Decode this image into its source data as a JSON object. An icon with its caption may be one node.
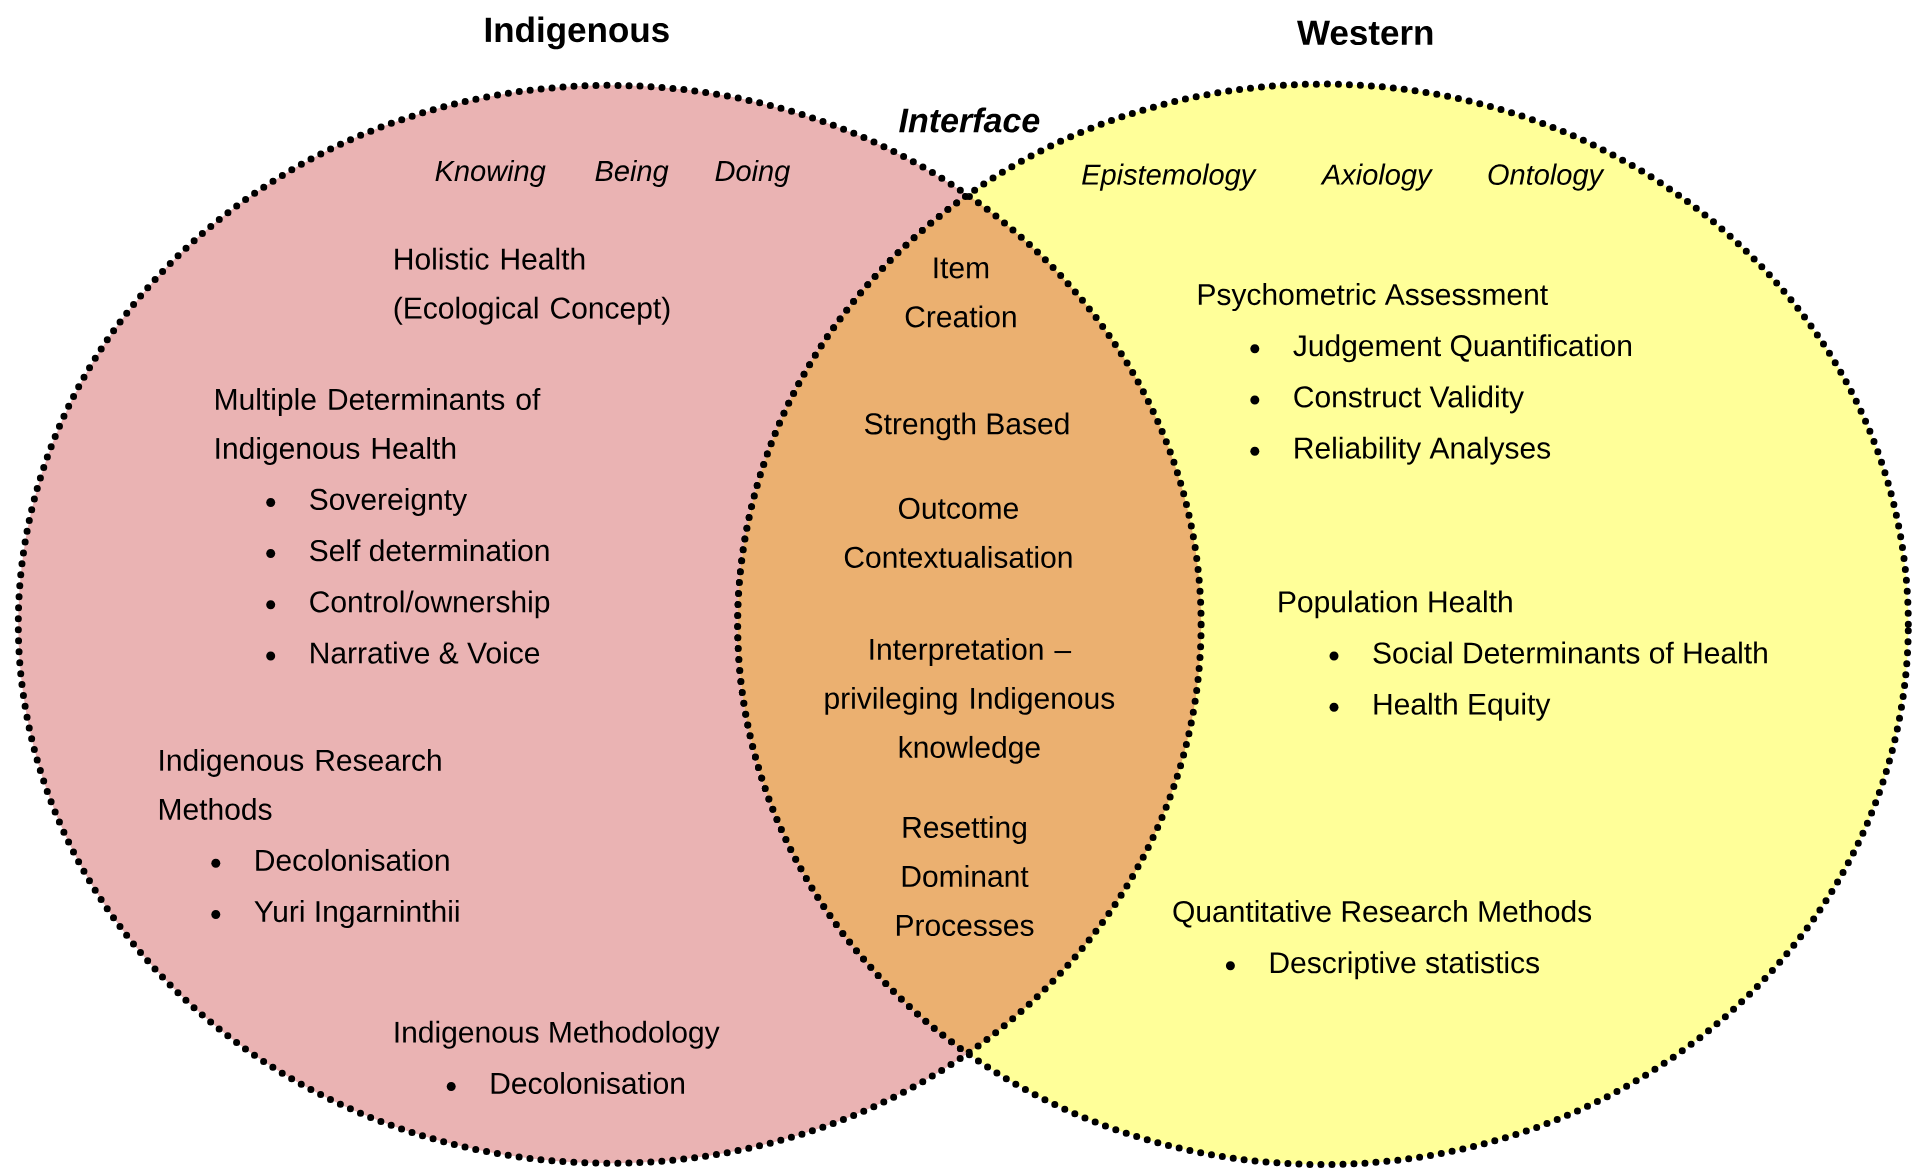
{
  "diagram": {
    "nodes": [
      {
        "text": [
          "Indigenous"
        ]
      },
      {
        "text": [
          "Western"
        ]
      }
    ],
    "labels": [
      "Interface",
      "Knowing",
      "Being",
      "Doing",
      "Epistemology",
      "Axiology",
      "Ontology",
      "Holistic Health (Ecological Concept)",
      "Item Creation",
      "Psychometric Assessment",
      "Judgement Quantification",
      "Construct Validity",
      "Reliability Analyses",
      "Multiple Determinants of Indigenous Health",
      "Strength Based",
      "Sovereignty",
      "Self determination",
      "Control/ownership",
      "Narrative & Voice",
      "Outcome Contextualisation",
      "Population Health",
      "Social Determinants of Health",
      "Health Equity",
      "Interpretation – privileging Indigenous knowledge",
      "Indigenous Research Methods",
      "Decolonisation",
      "Yuri Ingarninthii",
      "Resetting Dominant Processes",
      "Quantitative Research Methods",
      "Descriptive statistics",
      "Indigenous Methodology",
      "Decolonisation"
    ]
  }
}
